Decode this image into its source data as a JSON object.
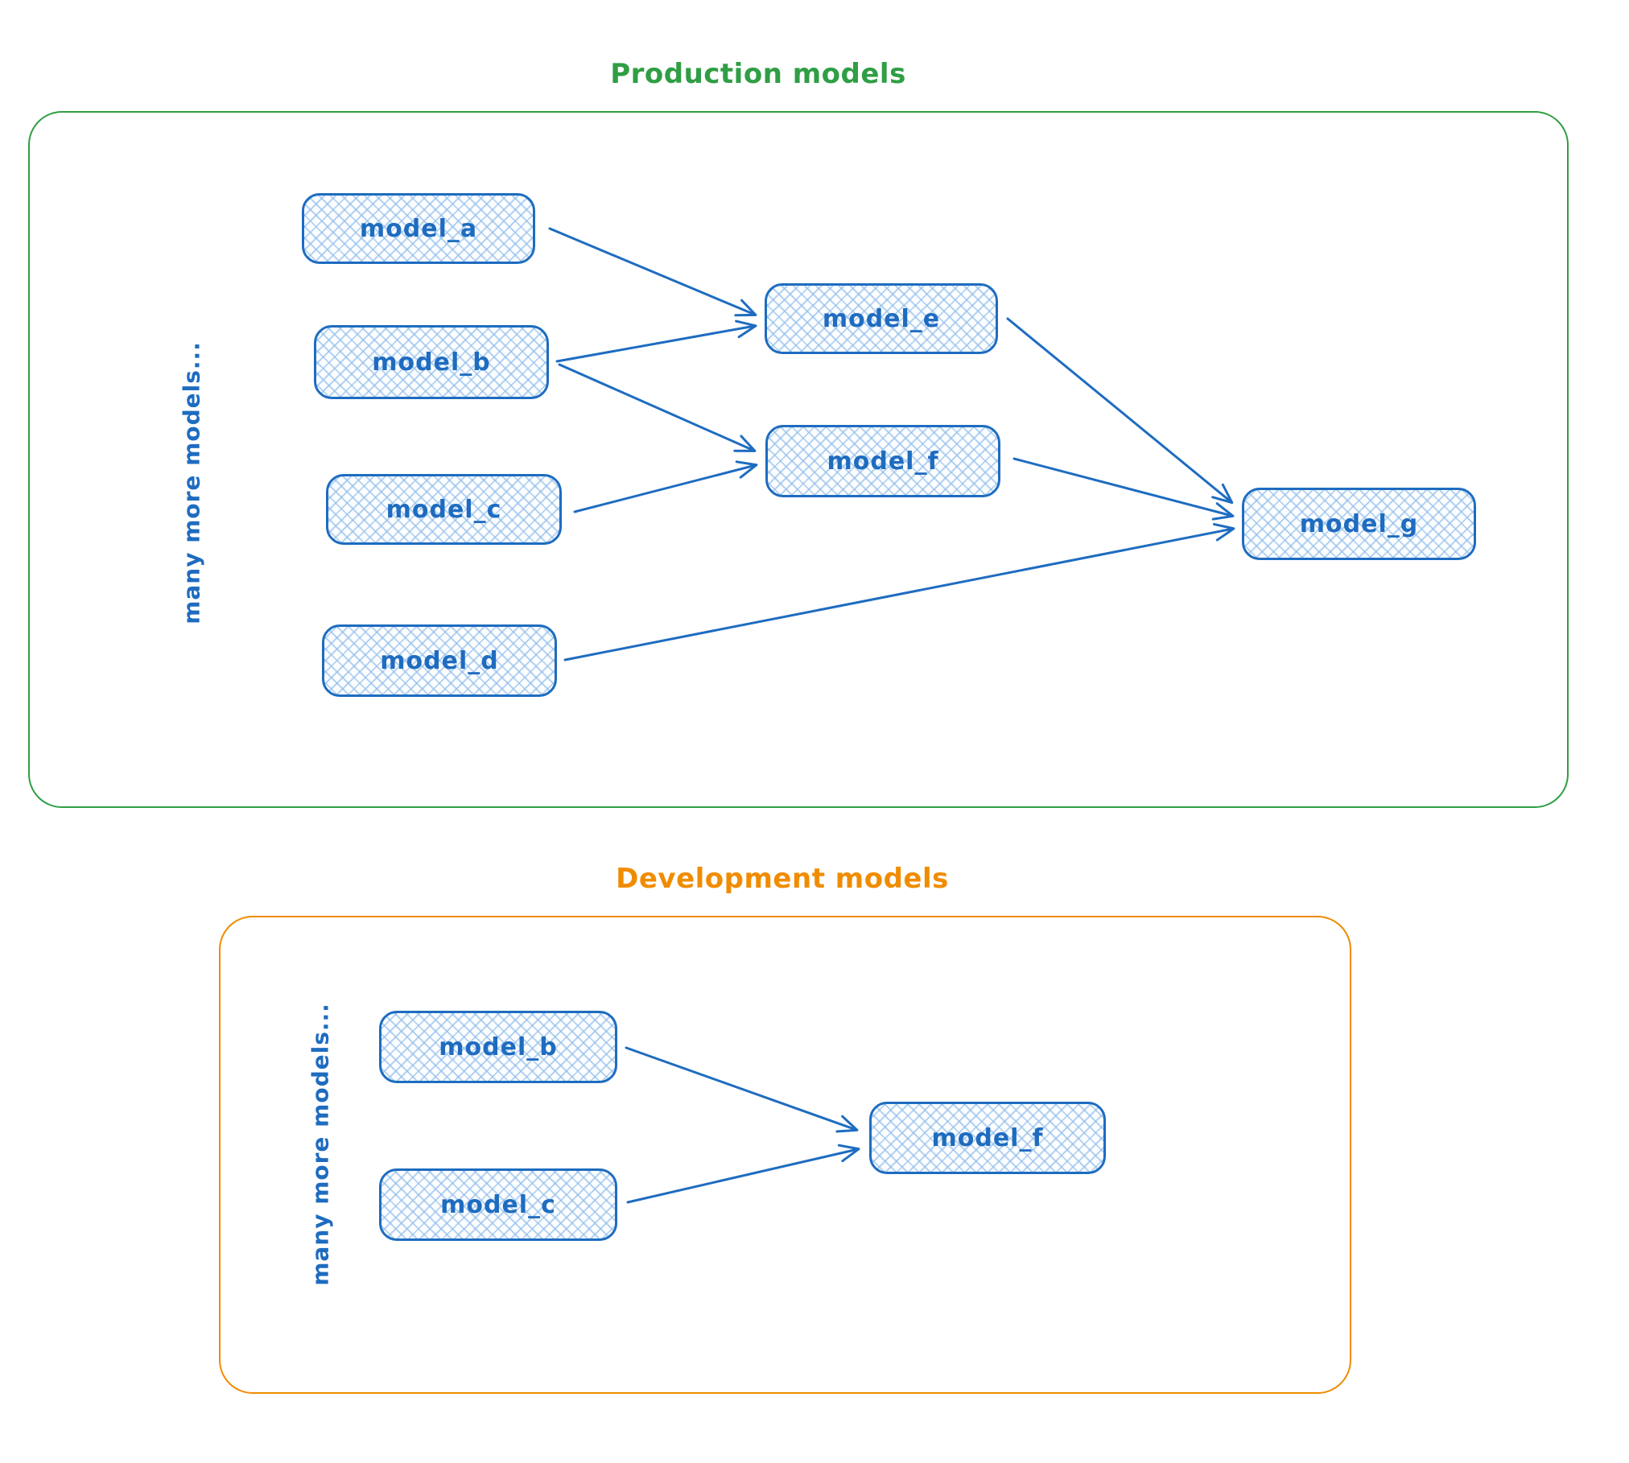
{
  "colors": {
    "node_stroke": "#1e6cc0",
    "node_fill_hatch": "#a9ccf0",
    "arrow": "#1e6cc0",
    "production_accent": "#2f9e44",
    "development_accent": "#f08c00"
  },
  "sections": [
    {
      "id": "production",
      "title": "Production models",
      "side_label": "many more models...",
      "nodes": [
        {
          "id": "model_a",
          "label": "model_a"
        },
        {
          "id": "model_b",
          "label": "model_b"
        },
        {
          "id": "model_c",
          "label": "model_c"
        },
        {
          "id": "model_d",
          "label": "model_d"
        },
        {
          "id": "model_e",
          "label": "model_e"
        },
        {
          "id": "model_f",
          "label": "model_f"
        },
        {
          "id": "model_g",
          "label": "model_g"
        }
      ],
      "edges": [
        {
          "from": "model_a",
          "to": "model_e"
        },
        {
          "from": "model_b",
          "to": "model_e"
        },
        {
          "from": "model_b",
          "to": "model_f"
        },
        {
          "from": "model_c",
          "to": "model_f"
        },
        {
          "from": "model_e",
          "to": "model_g"
        },
        {
          "from": "model_f",
          "to": "model_g"
        },
        {
          "from": "model_d",
          "to": "model_g"
        }
      ]
    },
    {
      "id": "development",
      "title": "Development models",
      "side_label": "many more models...",
      "nodes": [
        {
          "id": "model_b",
          "label": "model_b"
        },
        {
          "id": "model_c",
          "label": "model_c"
        },
        {
          "id": "model_f",
          "label": "model_f"
        }
      ],
      "edges": [
        {
          "from": "model_b",
          "to": "model_f"
        },
        {
          "from": "model_c",
          "to": "model_f"
        }
      ]
    }
  ]
}
